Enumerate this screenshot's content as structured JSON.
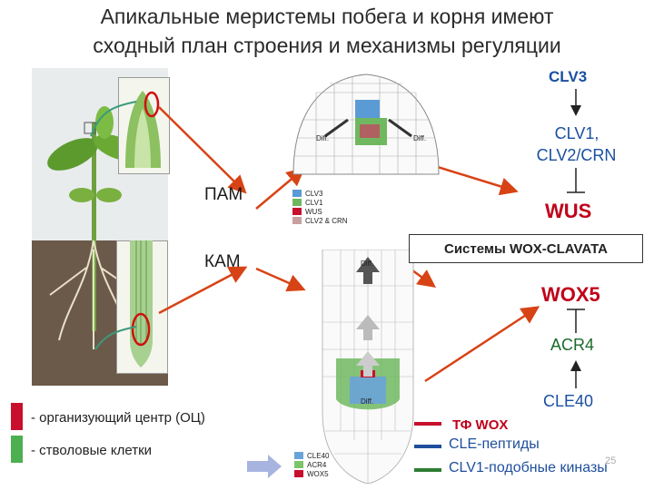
{
  "title": {
    "line1": "Апикальные меристемы побега и корня имеют",
    "line2": "сходный план строения и механизмы регуляции"
  },
  "labels": {
    "pam": "ПАМ",
    "kam": "КАМ"
  },
  "shoot_diagram": {
    "diff_left": "Diff.",
    "diff_right": "Diff.",
    "legend": [
      "CLV3",
      "CLV1",
      "WUS",
      "CLV2 & CRN"
    ]
  },
  "root_diagram": {
    "diff_top": "Diff.",
    "diff_mid": "Diff.",
    "legend": [
      "CLE40",
      "ACR4",
      "WOX5"
    ]
  },
  "pathway_top": {
    "n1": "CLV3",
    "n2_line1": "CLV1,",
    "n2_line2": "CLV2/CRN",
    "n3": "WUS"
  },
  "system_box": "Системы WOX-CLAVATA",
  "pathway_bottom": {
    "n1": "WOX5",
    "n2": "ACR4",
    "n3": "CLE40"
  },
  "left_legend": [
    {
      "text": "- организующий центр (ОЦ)",
      "color": "#c8102e"
    },
    {
      "text": "- стволовые клетки",
      "color": "#4caf50"
    }
  ],
  "right_legend": [
    {
      "text": "ТФ WOX",
      "color": "#c8102e"
    },
    {
      "text": "CLE-пептиды",
      "color": "#1f4e9c"
    },
    {
      "text": "CLV1-подобные киназы",
      "color": "#2e7d32"
    }
  ],
  "page_number": "25",
  "colors": {
    "clv3": "#5b9bd5",
    "clv1": "#70b860",
    "wus": "#c8102e",
    "clv2crn": "#c8a0a0",
    "cle40": "#6aa3d8",
    "acr4": "#7cc46a",
    "wox5": "#c8102e"
  }
}
